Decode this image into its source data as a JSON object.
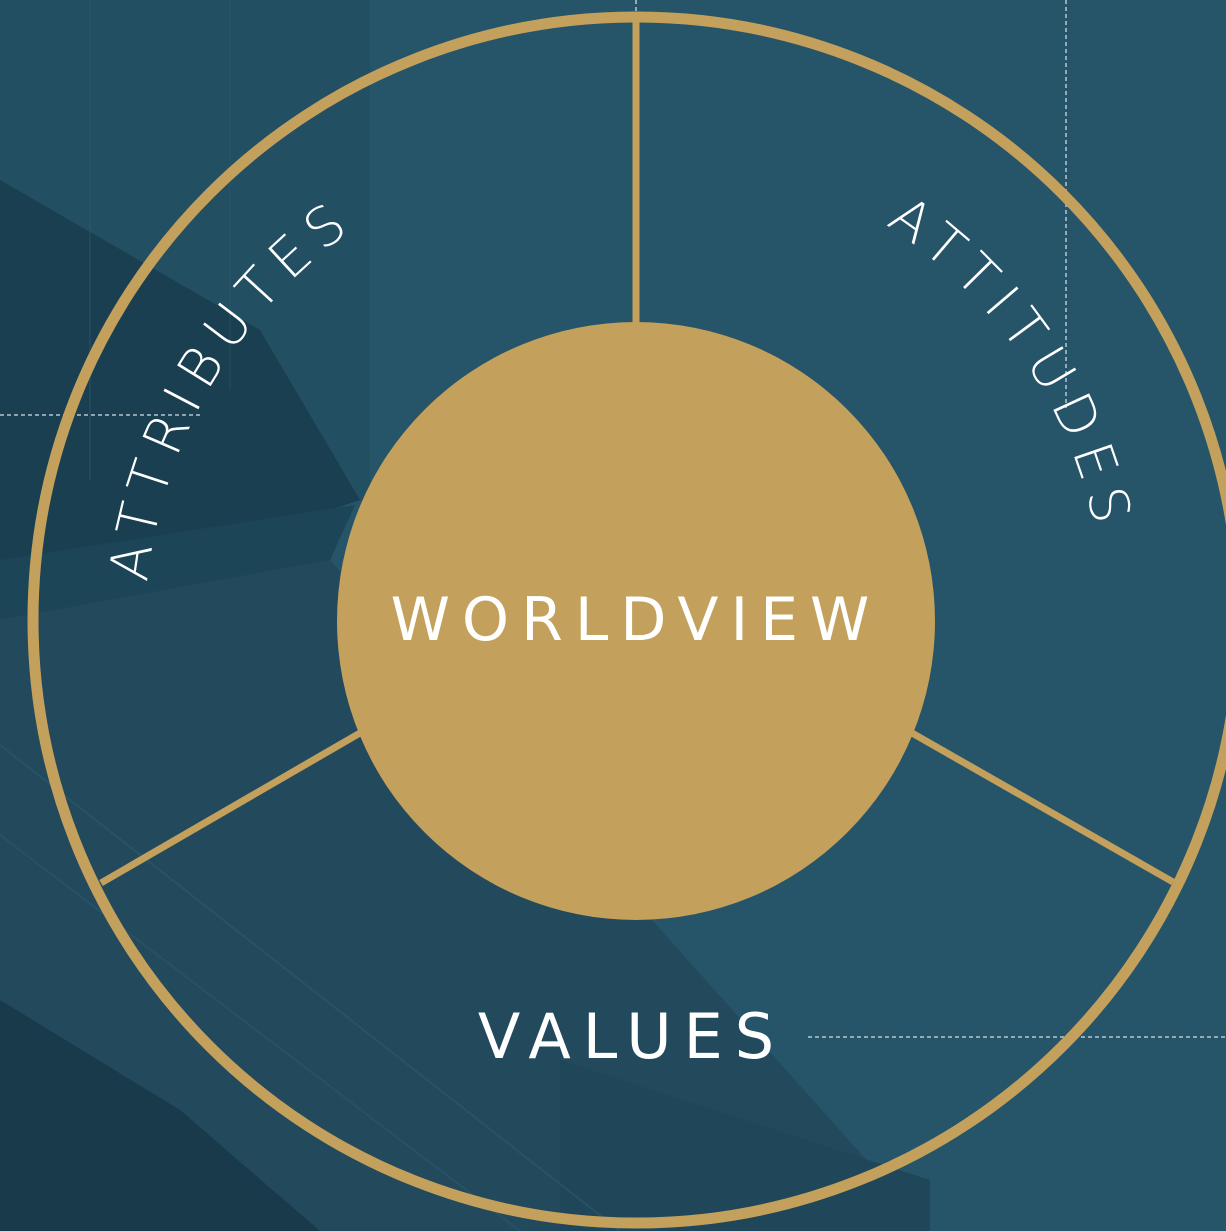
{
  "colors": {
    "background": "#265468",
    "background_dark": "#1c4457",
    "accent_gold": "#c3a05b",
    "text_white": "#ffffff",
    "guide_line": "#b8c6cf"
  },
  "diagram": {
    "center": {
      "label": "WORLDVIEW"
    },
    "segments": [
      {
        "id": "attributes",
        "label": "ATTRIBUTES"
      },
      {
        "id": "attitudes",
        "label": "ATTITUDES"
      },
      {
        "id": "values",
        "label": "VALUES"
      }
    ]
  },
  "icons": {
    "background": "concrete-building-photo"
  }
}
